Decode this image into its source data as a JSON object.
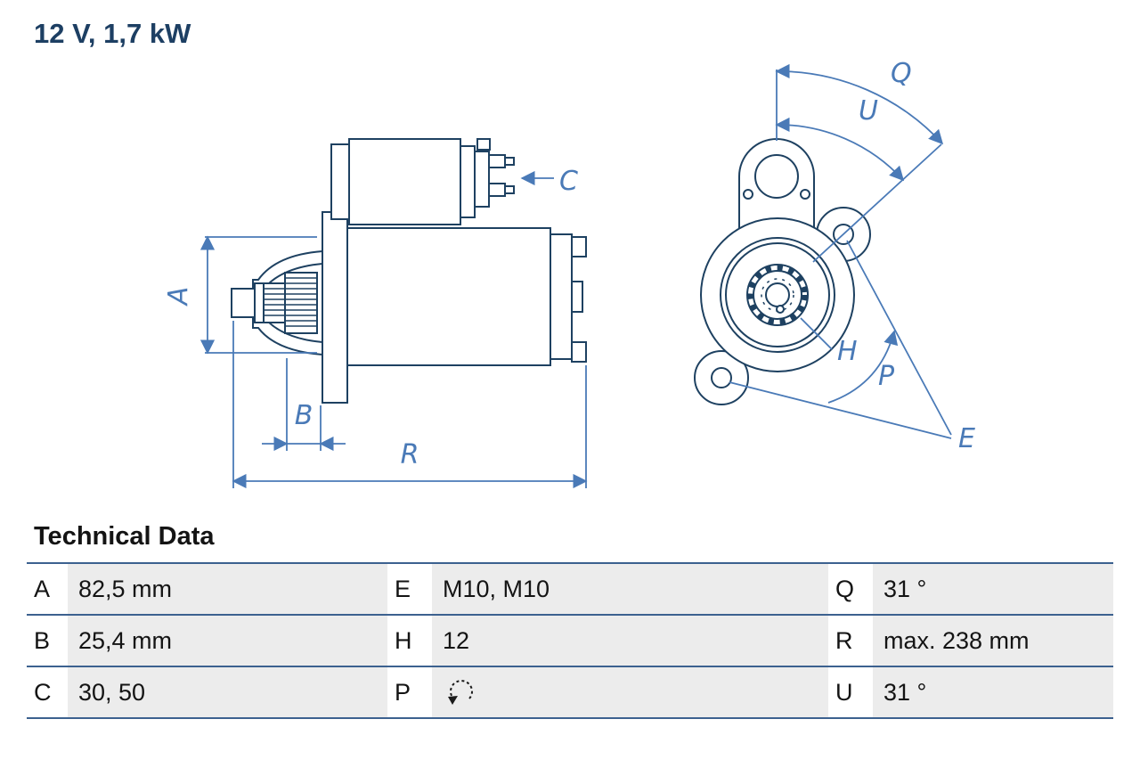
{
  "title": "12 V, 1,7 kW",
  "drawing": {
    "labels": {
      "a": "A",
      "b": "B",
      "c": "C",
      "r": "R",
      "q": "Q",
      "u": "U",
      "h": "H",
      "p": "P",
      "e": "E"
    }
  },
  "technical_data": {
    "heading": "Technical Data",
    "rows": [
      {
        "c1_key": "A",
        "c1_val": "82,5 mm",
        "c2_key": "E",
        "c2_val": "M10, M10",
        "c3_key": "Q",
        "c3_val": "31 °"
      },
      {
        "c1_key": "B",
        "c1_val": "25,4 mm",
        "c2_key": "H",
        "c2_val": "12",
        "c3_key": "R",
        "c3_val": "max. 238 mm"
      },
      {
        "c1_key": "C",
        "c1_val": "30, 50",
        "c2_key": "P",
        "c2_val": "",
        "c2_icon": "rotation-direction-icon",
        "c3_key": "U",
        "c3_val": "31 °"
      }
    ]
  },
  "colors": {
    "line_navy": "#1e4161",
    "dimension_blue": "#4a7ab7",
    "table_line": "#3c618f",
    "cell_gray": "#ececec"
  }
}
